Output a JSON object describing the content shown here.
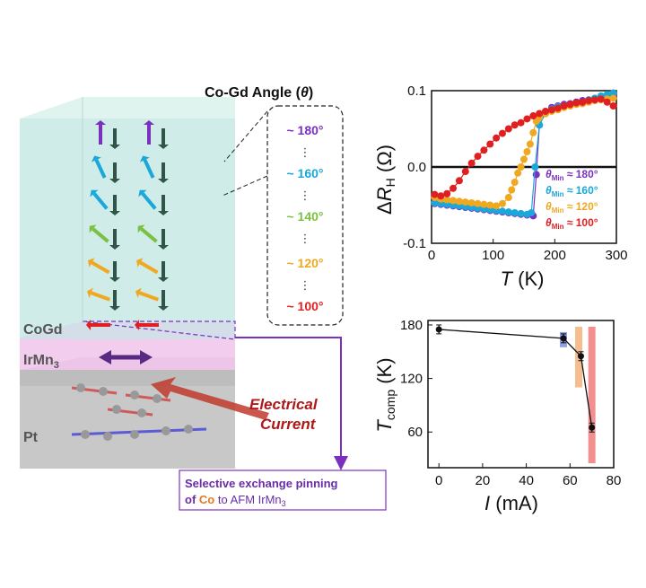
{
  "colors": {
    "purple": "#7b2fbe",
    "blue": "#1aa7d9",
    "green": "#7ac143",
    "yellow": "#f0a820",
    "red": "#e02020",
    "cogd_face": "#cfece8",
    "irmn_face": "#f3cdee",
    "pt_face": "#c6c6c6",
    "current_arrow": "#c0392b"
  },
  "diagram": {
    "angle_title": "Co-Gd Angle (",
    "angle_symbol": "θ",
    "angle_close": ")",
    "angles": [
      "~ 180°",
      "~ 160°",
      "~ 140°",
      "~ 120°",
      "~ 100°"
    ],
    "ellipsis": "⋮",
    "layers": {
      "cogd": "CoGd",
      "irmn": "IrMn",
      "irmn_sub": "3",
      "pt": "Pt"
    },
    "current_label_1": "Electrical",
    "current_label_2": "Current",
    "pinning_line1": "Selective exchange pinning",
    "pinning_line2_a": "of ",
    "pinning_line2_b": "Co",
    "pinning_line2_c": " to AFM IrMn",
    "pinning_line2_sub": "3"
  },
  "chart_data": [
    {
      "type": "scatter",
      "ylabel_delta": "Δ",
      "ylabel_var": "R",
      "ylabel_sub": "H",
      "ylabel_unit": " (Ω)",
      "xlabel_var": "T",
      "xlabel_unit": " (K)",
      "xlim": [
        0,
        300
      ],
      "ylim": [
        -0.1,
        0.1
      ],
      "xticks": [
        0,
        100,
        200,
        300
      ],
      "yticks": [
        -0.1,
        0.0,
        0.1
      ],
      "ytick_labels": [
        "-0.1",
        "0.0",
        "0.1"
      ],
      "legend_position": "bottom-right",
      "series": [
        {
          "name": "θMin ≈ 180°",
          "label_theta": "θ",
          "label_sub": "Min",
          "label_val": " ≈ 180°",
          "color": "#7b2fbe",
          "x": [
            5,
            15,
            25,
            35,
            45,
            55,
            65,
            75,
            85,
            95,
            105,
            115,
            125,
            135,
            145,
            155,
            165,
            170,
            175,
            185,
            195,
            205,
            215,
            225,
            235,
            245,
            255,
            265,
            275,
            285,
            295
          ],
          "y": [
            -0.048,
            -0.049,
            -0.05,
            -0.051,
            -0.052,
            -0.053,
            -0.054,
            -0.055,
            -0.056,
            -0.057,
            -0.058,
            -0.059,
            -0.06,
            -0.061,
            -0.062,
            -0.063,
            -0.064,
            -0.01,
            0.055,
            0.072,
            0.078,
            0.08,
            0.082,
            0.083,
            0.085,
            0.087,
            0.088,
            0.09,
            0.092,
            0.093,
            0.095
          ]
        },
        {
          "name": "θMin ≈ 160°",
          "label_theta": "θ",
          "label_sub": "Min",
          "label_val": " ≈ 160°",
          "color": "#1aa7d9",
          "x": [
            5,
            15,
            25,
            35,
            45,
            55,
            65,
            75,
            85,
            95,
            105,
            115,
            125,
            135,
            145,
            155,
            162,
            168,
            175,
            185,
            195,
            205,
            215,
            225,
            235,
            245,
            255,
            265,
            275,
            285,
            295
          ],
          "y": [
            -0.047,
            -0.048,
            -0.049,
            -0.05,
            -0.051,
            -0.052,
            -0.053,
            -0.054,
            -0.055,
            -0.056,
            -0.057,
            -0.058,
            -0.059,
            -0.06,
            -0.061,
            -0.062,
            -0.06,
            0.0,
            0.055,
            0.07,
            0.076,
            0.079,
            0.08,
            0.082,
            0.083,
            0.085,
            0.088,
            0.09,
            0.093,
            0.095,
            0.097
          ]
        },
        {
          "name": "θMin ≈ 120°",
          "label_theta": "θ",
          "label_sub": "Min",
          "label_val": " ≈ 120°",
          "color": "#f0a820",
          "x": [
            5,
            15,
            25,
            35,
            45,
            55,
            65,
            75,
            85,
            95,
            105,
            115,
            125,
            130,
            135,
            140,
            145,
            150,
            155,
            160,
            165,
            170,
            175,
            185,
            195,
            205,
            215,
            225,
            235,
            245,
            255,
            265,
            275,
            285,
            295
          ],
          "y": [
            -0.04,
            -0.042,
            -0.043,
            -0.044,
            -0.045,
            -0.046,
            -0.047,
            -0.048,
            -0.049,
            -0.05,
            -0.051,
            -0.048,
            -0.04,
            -0.03,
            -0.02,
            -0.008,
            0.0,
            0.01,
            0.02,
            0.03,
            0.045,
            0.06,
            0.065,
            0.07,
            0.073,
            0.075,
            0.078,
            0.08,
            0.082,
            0.083,
            0.085,
            0.087,
            0.088,
            0.089,
            0.09
          ]
        },
        {
          "name": "θMin ≈ 100°",
          "label_theta": "θ",
          "label_sub": "Min",
          "label_val": " ≈ 100°",
          "color": "#e02020",
          "x": [
            5,
            15,
            25,
            35,
            45,
            55,
            65,
            75,
            85,
            95,
            105,
            115,
            125,
            135,
            145,
            155,
            165,
            175,
            185,
            195,
            205,
            215,
            225,
            235,
            245,
            255,
            265,
            275,
            285,
            295
          ],
          "y": [
            -0.036,
            -0.038,
            -0.035,
            -0.028,
            -0.018,
            -0.006,
            0.005,
            0.014,
            0.022,
            0.03,
            0.038,
            0.044,
            0.05,
            0.055,
            0.058,
            0.063,
            0.067,
            0.07,
            0.073,
            0.075,
            0.077,
            0.08,
            0.082,
            0.084,
            0.085,
            0.087,
            0.088,
            0.089,
            0.085,
            0.08
          ]
        }
      ]
    },
    {
      "type": "line",
      "ylabel_var": "T",
      "ylabel_sub": "comp",
      "ylabel_unit": " (K)",
      "xlabel_var": "I",
      "xlabel_unit": " (mA)",
      "xlim": [
        -5,
        80
      ],
      "ylim": [
        20,
        185
      ],
      "xticks": [
        0,
        20,
        40,
        60,
        80
      ],
      "yticks": [
        60,
        120,
        180
      ],
      "x": [
        0,
        57,
        65,
        70
      ],
      "y": [
        175,
        165,
        145,
        65
      ],
      "yerr": [
        5,
        5,
        5,
        5
      ],
      "bands": [
        {
          "x": 57,
          "ylow": 155,
          "yhigh": 172,
          "color": "#7b8fe0"
        },
        {
          "x": 64,
          "ylow": 110,
          "yhigh": 178,
          "color": "#f5b27a"
        },
        {
          "x": 70,
          "ylow": 25,
          "yhigh": 178,
          "color": "#f07c7c"
        }
      ]
    }
  ]
}
